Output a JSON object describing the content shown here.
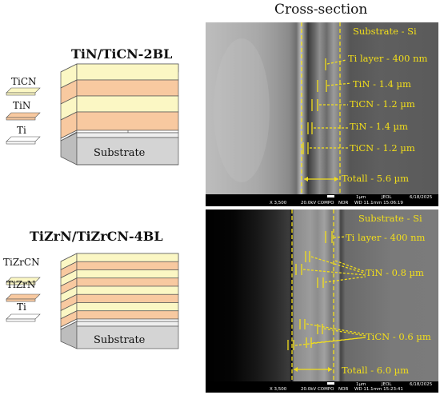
{
  "heading": "Cross-section",
  "top": {
    "title": "TiN/TiCN-2BL",
    "legend": [
      "TiCN",
      "TiN",
      "Ti"
    ],
    "substrate": "Substrate",
    "sem_labels": [
      "Substrate - Si",
      "Ti layer - 400 nm",
      "TiN - 1.4 µm",
      "TiCN - 1.2 µm",
      "TiN - 1.4 µm",
      "TiCN - 1.2 µm",
      "Totall - 5.6 µm"
    ],
    "databar": {
      "mag": "X 3,500",
      "kv": "20.0kV COMPO",
      "mode": "NOR",
      "scale": "1µm",
      "wd": "WD 11.1mm 15:06:19",
      "brand": "JEOL",
      "date": "6/18/2025"
    }
  },
  "bottom": {
    "title": "TiZrN/TiZrCN-4BL",
    "legend": [
      "TiZrCN",
      "TiZrN",
      "Ti"
    ],
    "substrate": "Substrate",
    "sem_labels": [
      "Substrate - Si",
      "Ti layer - 400 nm",
      "TiN - 0.8 µm",
      "TiCN - 0.6 µm",
      "Totall - 6.0 µm"
    ],
    "databar": {
      "mag": "X 3,500",
      "kv": "20.0kV COMPO",
      "mode": "NOR",
      "scale": "1µm",
      "wd": "WD 11.1mm 15:23:41",
      "brand": "JEOL",
      "date": "6/18/2025"
    }
  },
  "colors": {
    "light": "#fbf7c4",
    "orange": "#f8c9a0",
    "label": "#f2de1a",
    "substrate": "#cfcfcf"
  }
}
